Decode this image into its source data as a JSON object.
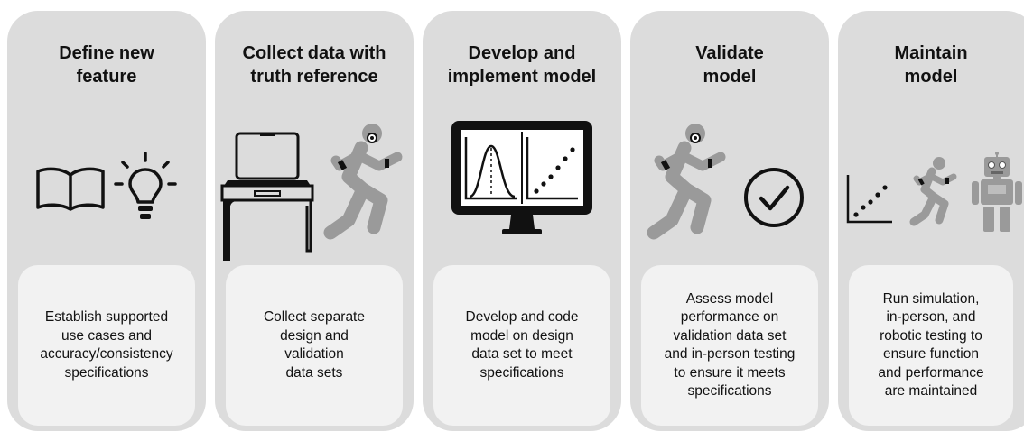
{
  "steps": [
    {
      "title": "Define new\nfeature",
      "description": "Establish supported\nuse cases and\naccuracy/consistency\nspecifications",
      "icons": [
        "open-book-icon",
        "lightbulb-icon"
      ]
    },
    {
      "title": "Collect data with\ntruth reference",
      "description": "Collect separate\ndesign and\nvalidation\ndata sets",
      "icons": [
        "laptop-on-desk-icon",
        "runner-with-sensors-icon"
      ]
    },
    {
      "title": "Develop and\nimplement model",
      "description": "Develop and code\nmodel on design\ndata set to meet\nspecifications",
      "icons": [
        "monitor-with-charts-icon"
      ]
    },
    {
      "title": "Validate\nmodel",
      "description": "Assess model\nperformance on\nvalidation data set\nand in-person testing\nto ensure it meets\nspecifications",
      "icons": [
        "runner-with-sensors-icon",
        "checkmark-circle-icon"
      ]
    },
    {
      "title": "Maintain\nmodel",
      "description": "Run simulation,\nin-person, and\nrobotic testing to\nensure function\nand performance\nare maintained",
      "icons": [
        "scatter-plot-icon",
        "runner-icon",
        "robot-icon"
      ]
    }
  ],
  "colors": {
    "card": "#dcdcdc",
    "panel": "#f2f2f2",
    "icon_dark": "#111111",
    "icon_gray": "#9a9a9a"
  }
}
